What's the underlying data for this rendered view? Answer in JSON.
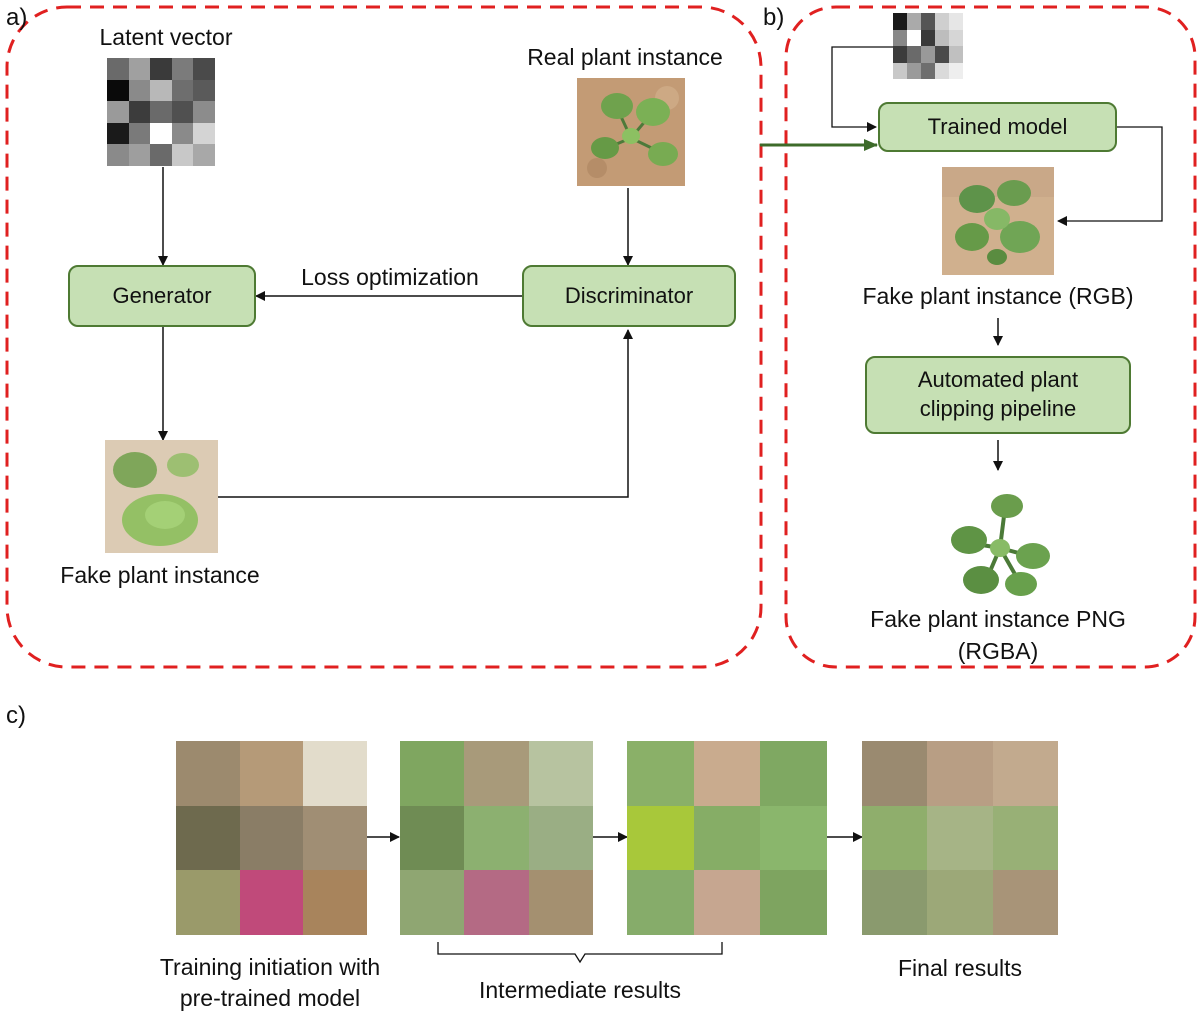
{
  "panels": {
    "a": {
      "label": "a)",
      "latent_vector_label": "Latent vector",
      "real_instance_label": "Real plant instance",
      "generator_label": "Generator",
      "discriminator_label": "Discriminator",
      "loss_label": "Loss optimization",
      "fake_instance_label": "Fake plant instance"
    },
    "b": {
      "label": "b)",
      "trained_model_label": "Trained model",
      "fake_rgb_label": "Fake plant instance (RGB)",
      "clipping_label_line1": "Automated plant",
      "clipping_label_line2": "clipping pipeline",
      "fake_png_line1": "Fake plant instance PNG",
      "fake_png_line2": "(RGBA)"
    },
    "c": {
      "label": "c)",
      "initiation_line1": "Training initiation with",
      "initiation_line2": "pre-trained model",
      "intermediate_label": "Intermediate results",
      "final_label": "Final results"
    }
  },
  "colors": {
    "node_fill": "#c6e0b4",
    "node_border": "#4e7a33",
    "dashed_border": "#e02020",
    "green_arrow": "#3d6b2a"
  },
  "latent_a_grays": [
    "#6a6a6a",
    "#a0a0a0",
    "#3a3a3a",
    "#7b7b7b",
    "#4a4a4a",
    "#0a0a0a",
    "#8a8a8a",
    "#b8b8b8",
    "#6e6e6e",
    "#5a5a5a",
    "#9a9a9a",
    "#3c3c3c",
    "#6a6a6a",
    "#505050",
    "#8c8c8c",
    "#1a1a1a",
    "#7a7a7a",
    "#ffffff",
    "#8a8a8a",
    "#d4d4d4",
    "#8a8a8a",
    "#9e9e9e",
    "#6a6a6a",
    "#c8c8c8",
    "#a8a8a8"
  ],
  "latent_b_grays": [
    "#1a1a1a",
    "#aaaaaa",
    "#555555",
    "#cfcfcf",
    "#e6e6e6",
    "#888888",
    "#ffffff",
    "#3a3a3a",
    "#bdbdbd",
    "#d6d6d6",
    "#3c3c3c",
    "#6a6a6a",
    "#999999",
    "#4a4a4a",
    "#c0c0c0",
    "#c8c8c8",
    "#9a9a9a",
    "#6e6e6e",
    "#dadada",
    "#eeeeee"
  ]
}
